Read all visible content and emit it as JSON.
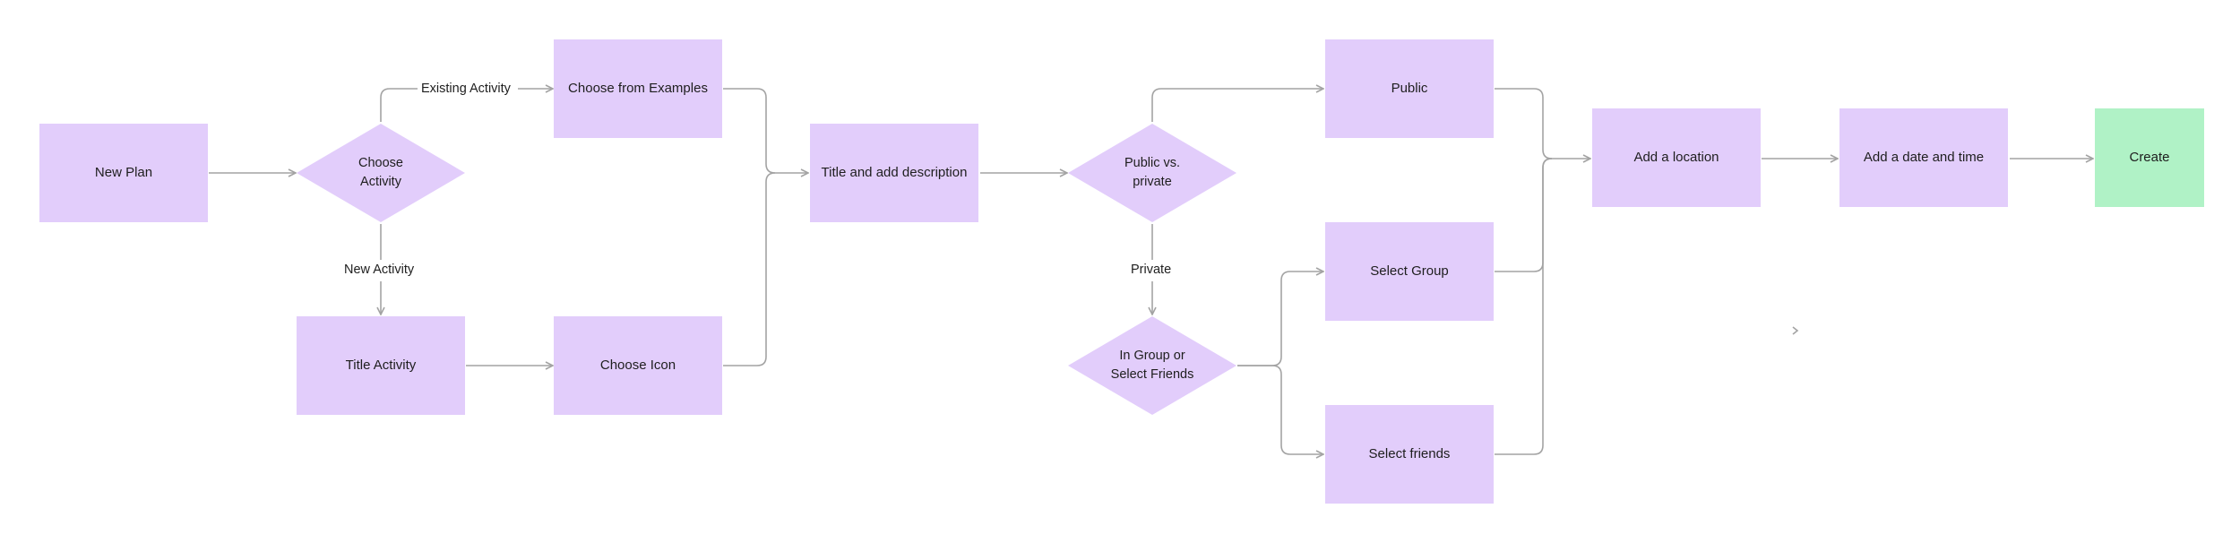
{
  "nodes": {
    "new_plan": "New Plan",
    "choose_activity": "Choose\nActivity",
    "choose_examples": "Choose from Examples",
    "title_activity": "Title Activity",
    "choose_icon": "Choose Icon",
    "title_description": "Title and add description",
    "public_private": "Public vs.\nprivate",
    "public": "Public",
    "group_or_friends": "In Group or\nSelect Friends",
    "select_group": "Select Group",
    "select_friends": "Select friends",
    "add_location": "Add a location",
    "add_date_time": "Add a date and time",
    "create": "Create"
  },
  "edge_labels": {
    "existing_activity": "Existing Activity",
    "new_activity": "New Activity",
    "private": "Private"
  },
  "colors": {
    "node_fill": "#e2cdfb",
    "create_fill": "#b0f2c6",
    "connector": "#a3a3a3"
  }
}
